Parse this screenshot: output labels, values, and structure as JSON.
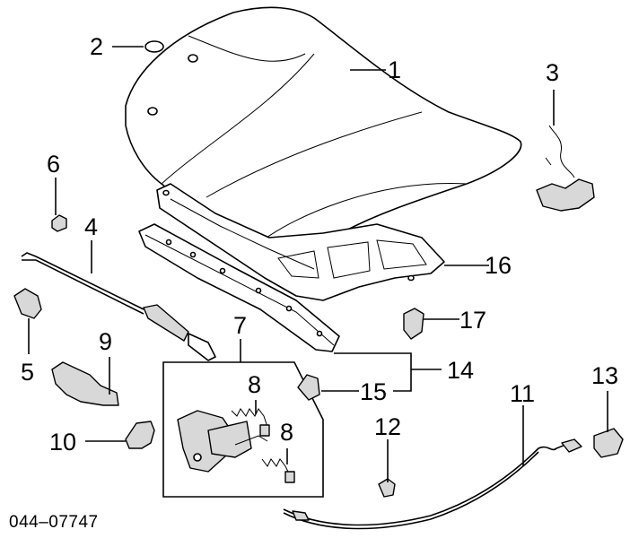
{
  "diagram_number": "044–07747",
  "callouts": {
    "c1": "1",
    "c2": "2",
    "c3": "3",
    "c4": "4",
    "c5": "5",
    "c6": "6",
    "c7": "7",
    "c8a": "8",
    "c8b": "8",
    "c9": "9",
    "c10": "10",
    "c11": "11",
    "c12": "12",
    "c13": "13",
    "c14": "14",
    "c15": "15",
    "c16": "16",
    "c17": "17"
  }
}
